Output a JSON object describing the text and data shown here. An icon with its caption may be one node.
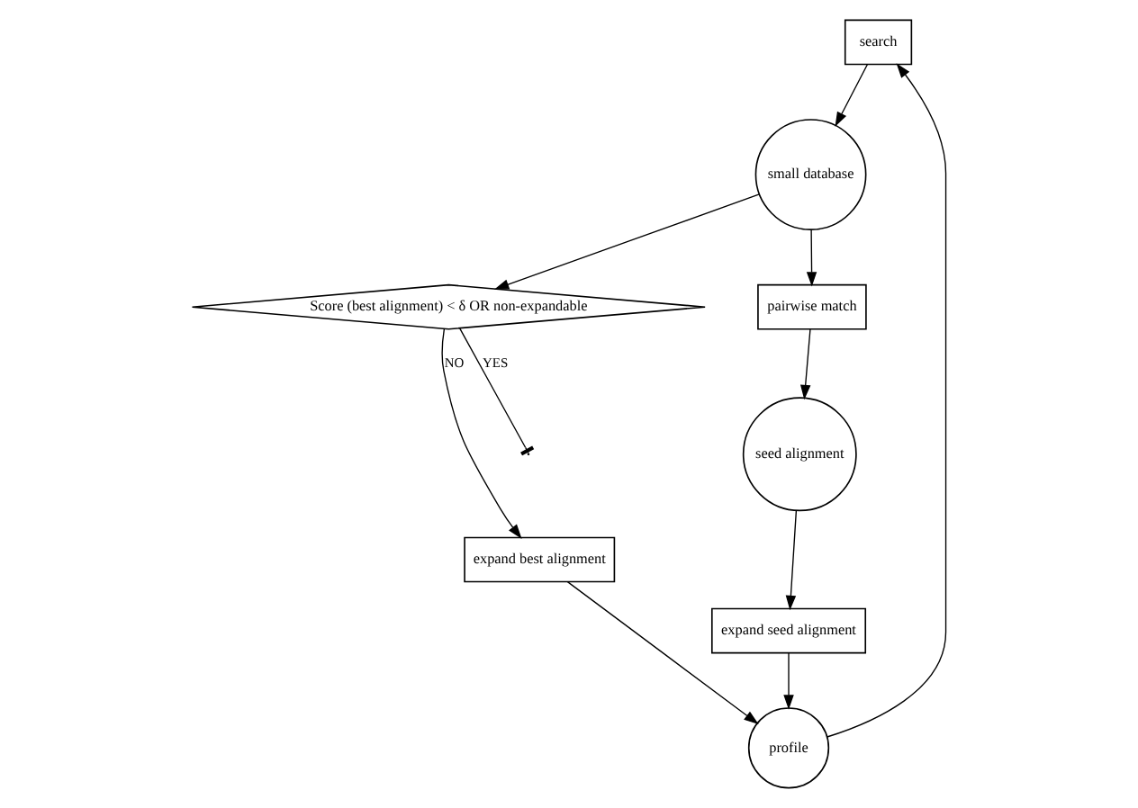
{
  "diagram": {
    "nodes": [
      {
        "text": [
          "search"
        ]
      },
      {
        "text": [
          "small database"
        ]
      },
      {
        "text": [
          "Score (best alignment) < δ OR non-expandable"
        ]
      },
      {
        "text": [
          "pairwise match"
        ]
      },
      {
        "text": [
          "expand best alignment"
        ]
      },
      {
        "text": [
          "profile"
        ]
      },
      {
        "text": [
          "seed alignment"
        ]
      },
      {
        "text": [
          "expand seed alignment"
        ]
      }
    ],
    "edges": [
      {
        "from": 0,
        "to": 1,
        "arrow": "to"
      },
      {
        "from": 1,
        "to": 2,
        "arrow": "to"
      },
      {
        "from": 1,
        "to": 3,
        "arrow": "to"
      },
      {
        "from": 3,
        "to": 6,
        "arrow": "to"
      },
      {
        "from": 6,
        "to": 7,
        "arrow": "to"
      },
      {
        "from": 7,
        "to": 5,
        "arrow": "to"
      },
      {
        "from": 5,
        "to": 0,
        "arrow": "to"
      },
      {
        "from": 2,
        "to": 4,
        "arrow": "to",
        "label": "NO"
      },
      {
        "from": 4,
        "to": 5,
        "arrow": "to"
      },
      {
        "from": 2,
        "to": null,
        "arrow": "other",
        "label": "YES"
      }
    ]
  }
}
